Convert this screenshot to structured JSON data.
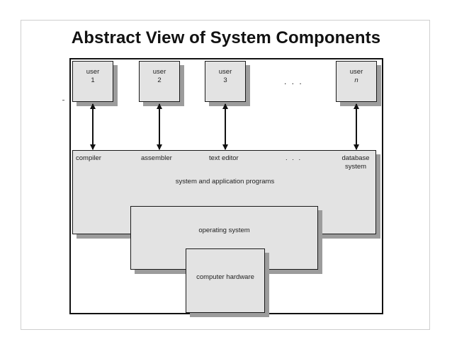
{
  "slide": {
    "title": "Abstract View of System Components"
  },
  "diagram": {
    "users": [
      {
        "line1": "user",
        "line2": "1"
      },
      {
        "line1": "user",
        "line2": "2"
      },
      {
        "line1": "user",
        "line2": "3"
      },
      {
        "line1": "user",
        "line2": "n"
      }
    ],
    "user_ellipsis": ". . .",
    "programs": {
      "items": [
        "compiler",
        "assembler",
        "text editor",
        ". . .",
        "database system"
      ],
      "label": "system and application programs"
    },
    "operating_system": "operating system",
    "computer_hardware": "computer hardware",
    "colors": {
      "box_fill": "#e3e3e3",
      "box_shadow": "#9c9c9c",
      "border": "#111111"
    }
  }
}
